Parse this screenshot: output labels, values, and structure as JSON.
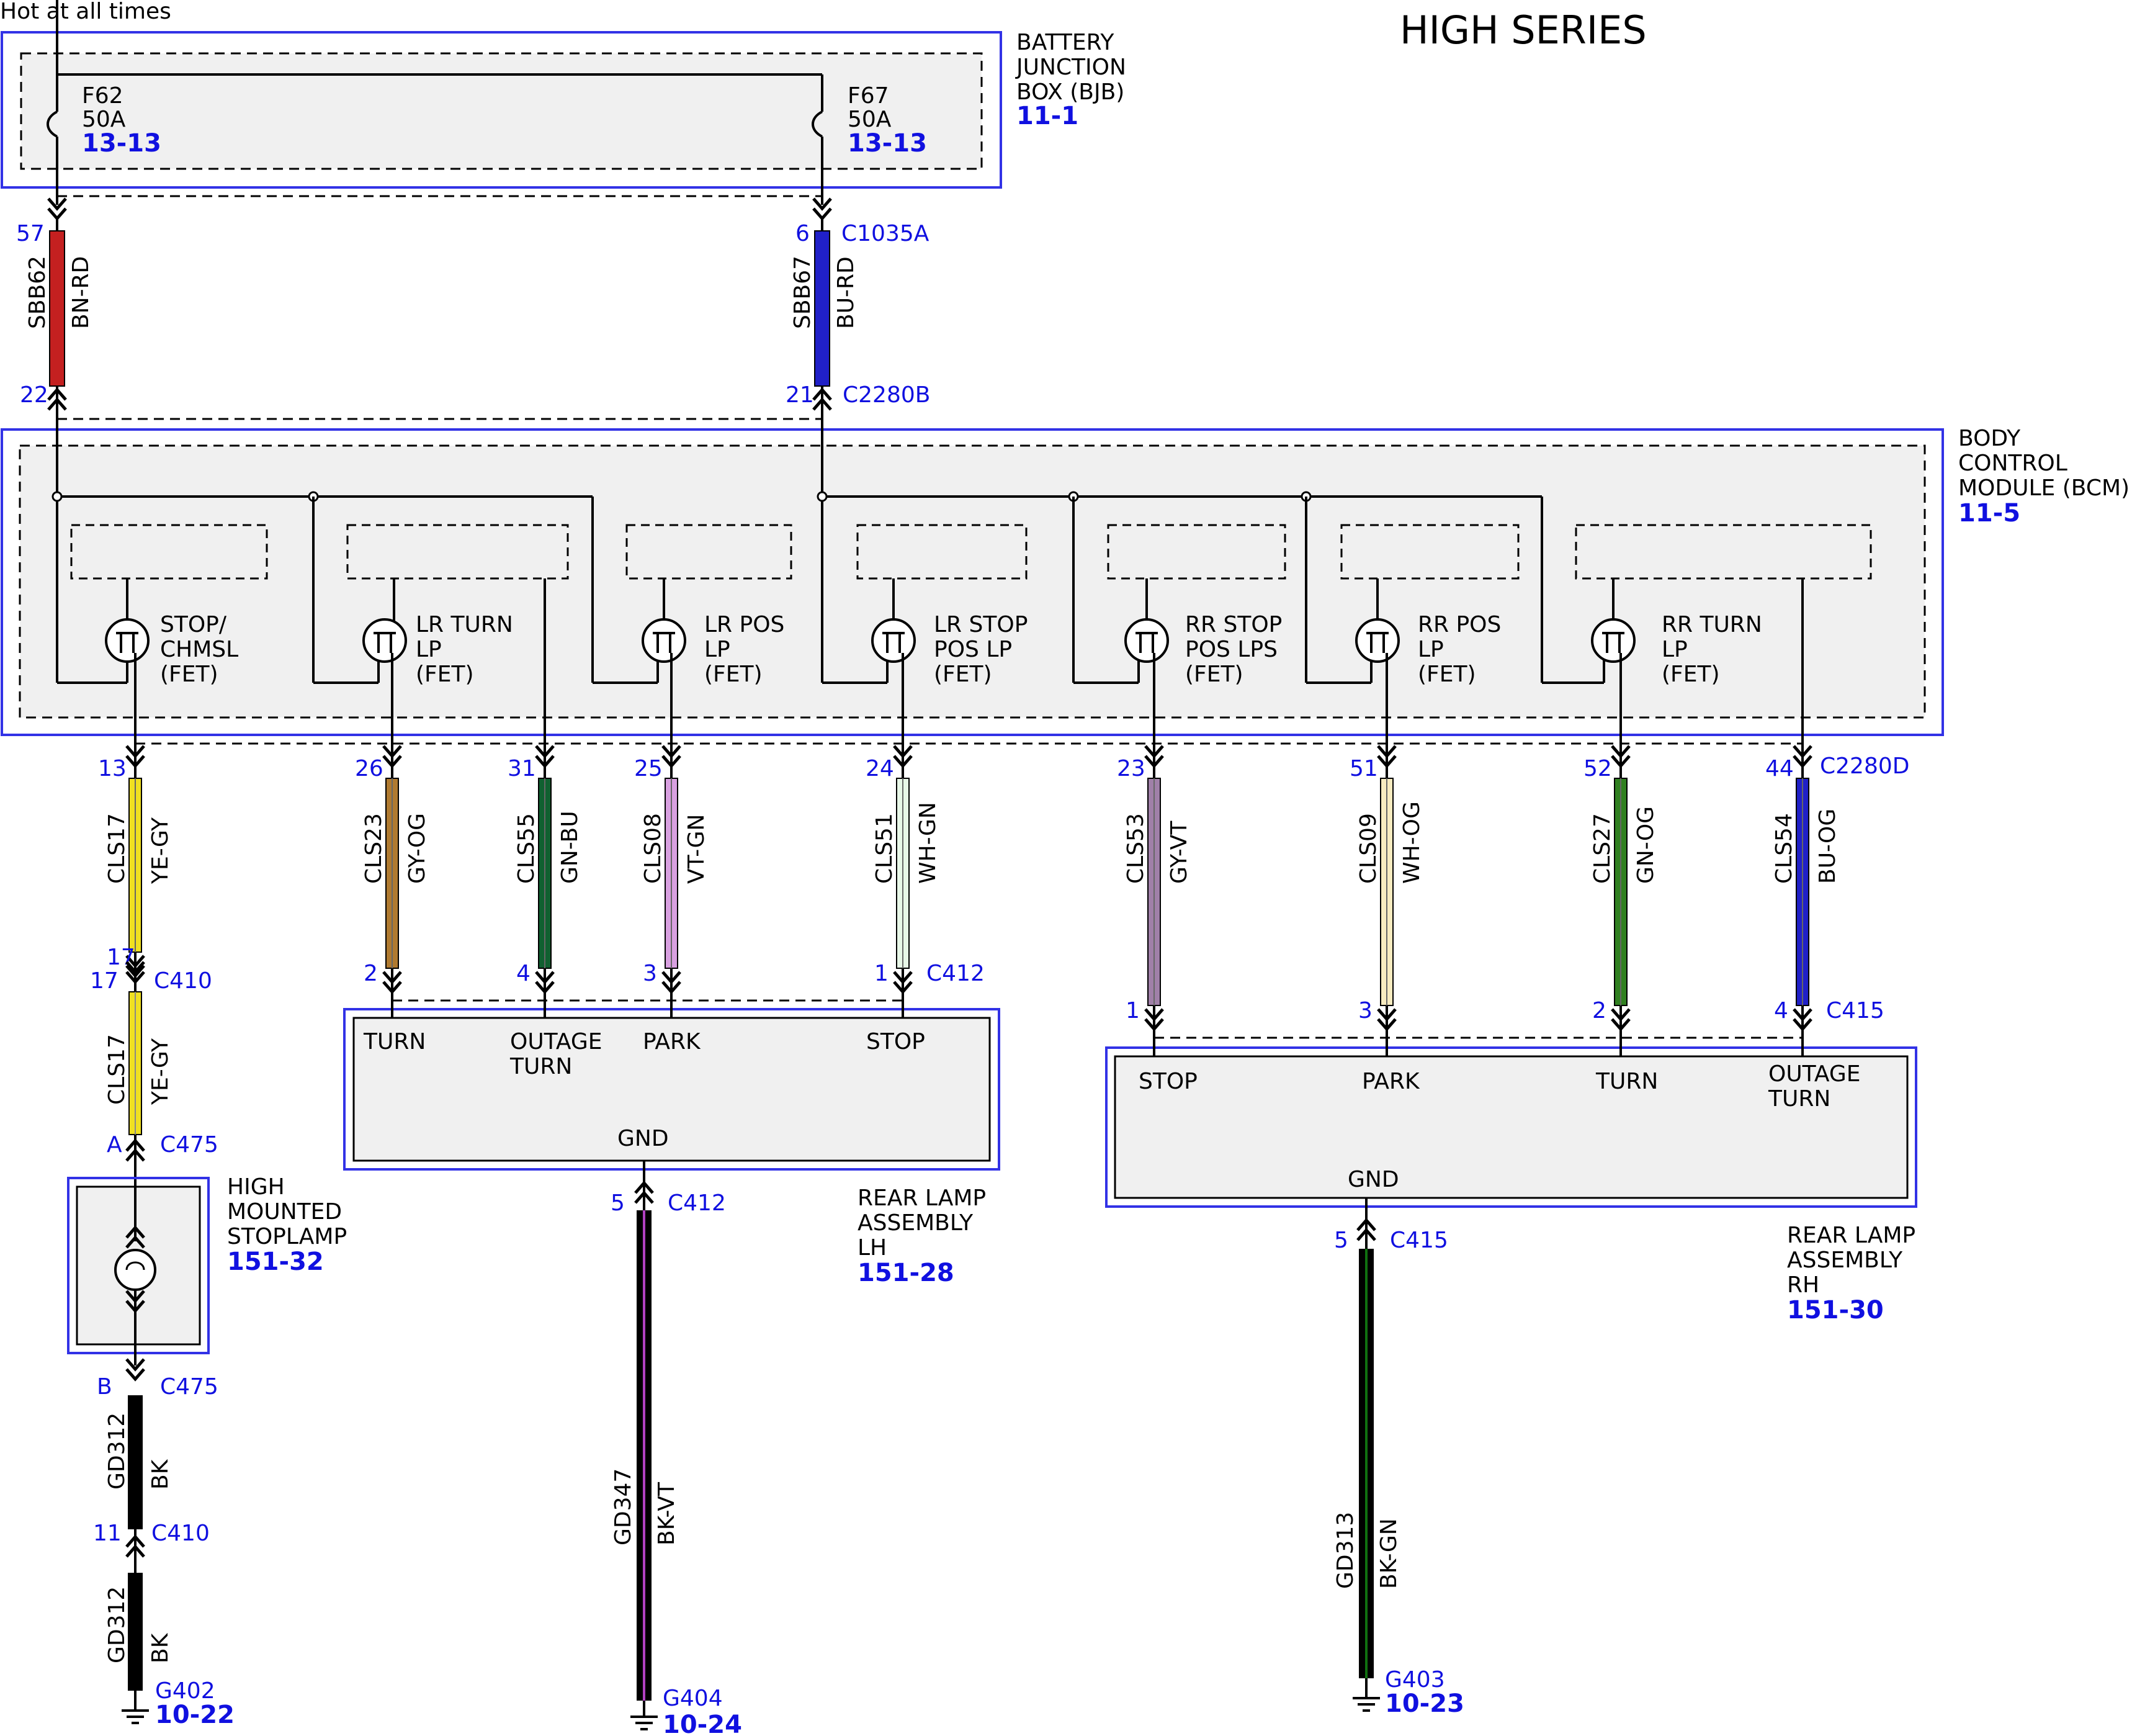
{
  "title": "HIGH SERIES",
  "hot_label": "Hot at all times",
  "colors": {
    "box_outline": "#3232e6",
    "page_ref": "#1010e0",
    "BN-RD": "#c42020",
    "BU-RD": "#2020c8",
    "YE-GY": "#f0e020",
    "GY-OG": "#b07a30",
    "GN-BU": "#106030",
    "VT-GN": "#d8a0e0",
    "WH-GN": "#e8f8e8",
    "GY-VT": "#a080a8",
    "WH-OG": "#f8ecc0",
    "GN-OG": "#308020",
    "BU-OG": "#2020c8",
    "BK": "#000000",
    "BK-VT": "#b040c0",
    "BK-GN": "#107010"
  },
  "bjb": {
    "name": "BATTERY JUNCTION BOX (BJB)",
    "name_lines": [
      "BATTERY",
      "JUNCTION",
      "BOX (BJB)"
    ],
    "ref": "11-1",
    "fuses": [
      {
        "id": "F62",
        "rating": "50A",
        "ref": "13-13"
      },
      {
        "id": "F67",
        "rating": "50A",
        "ref": "13-13"
      }
    ]
  },
  "feeds": [
    {
      "circuit": "SBB62",
      "color_code": "BN-RD",
      "top_pin": "57",
      "top_connector": "",
      "bottom_pin": "22",
      "bottom_connector": ""
    },
    {
      "circuit": "SBB67",
      "color_code": "BU-RD",
      "top_pin": "6",
      "top_connector": "C1035A",
      "bottom_pin": "21",
      "bottom_connector": "C2280B"
    }
  ],
  "bcm": {
    "name_lines": [
      "BODY",
      "CONTROL",
      "MODULE (BCM)"
    ],
    "ref": "11-5",
    "fets": [
      {
        "lines": [
          "STOP/",
          "CHMSL",
          "(FET)"
        ]
      },
      {
        "lines": [
          "LR TURN",
          "LP",
          "(FET)"
        ]
      },
      {
        "lines": [
          "LR POS",
          "LP",
          "(FET)"
        ]
      },
      {
        "lines": [
          "LR STOP",
          "POS LP",
          "(FET)"
        ]
      },
      {
        "lines": [
          "RR STOP",
          "POS LPS",
          "(FET)"
        ]
      },
      {
        "lines": [
          "RR POS",
          "LP",
          "(FET)"
        ]
      },
      {
        "lines": [
          "RR TURN",
          "LP",
          "(FET)"
        ]
      }
    ]
  },
  "outputs": [
    {
      "pin": "13",
      "circuit": "CLS17",
      "color_code": "YE-GY",
      "end_pin": "17",
      "end_connector": "C410"
    },
    {
      "pin": "26",
      "circuit": "CLS23",
      "color_code": "GY-OG",
      "end_pin": "2",
      "end_connector": ""
    },
    {
      "pin": "31",
      "circuit": "CLS55",
      "color_code": "GN-BU",
      "end_pin": "4",
      "end_connector": ""
    },
    {
      "pin": "25",
      "circuit": "CLS08",
      "color_code": "VT-GN",
      "end_pin": "3",
      "end_connector": ""
    },
    {
      "pin": "24",
      "circuit": "CLS51",
      "color_code": "WH-GN",
      "end_pin": "1",
      "end_connector": "C412"
    },
    {
      "pin": "23",
      "circuit": "CLS53",
      "color_code": "GY-VT",
      "end_pin": "1",
      "end_connector": ""
    },
    {
      "pin": "51",
      "circuit": "CLS09",
      "color_code": "WH-OG",
      "end_pin": "3",
      "end_connector": ""
    },
    {
      "pin": "52",
      "circuit": "CLS27",
      "color_code": "GN-OG",
      "end_pin": "2",
      "end_connector": ""
    },
    {
      "pin": "44",
      "circuit": "CLS54",
      "color_code": "BU-OG",
      "end_pin": "4",
      "end_connector": "C415"
    }
  ],
  "bcm_output_connector": "C2280D",
  "chmsl_branch": {
    "wire2": {
      "circuit": "CLS17",
      "color_code": "YE-GY",
      "top_pin": "17",
      "top_connector": "C410",
      "bottom_pin": "A",
      "bottom_connector": "C475"
    },
    "lamp": {
      "name_lines": [
        "HIGH",
        "MOUNTED",
        "STOPLAMP"
      ],
      "ref": "151-32"
    },
    "ground1": {
      "circuit": "GD312",
      "color_code": "BK",
      "top_pin": "B",
      "top_connector": "C475",
      "bottom_pin": "11",
      "bottom_connector": "C410"
    },
    "ground2": {
      "circuit": "GD312",
      "color_code": "BK"
    },
    "ground_point": {
      "id": "G402",
      "ref": "10-22"
    }
  },
  "rear_lh": {
    "name_lines": [
      "REAR LAMP",
      "ASSEMBLY",
      "LH"
    ],
    "ref": "151-28",
    "labels": [
      "TURN",
      "OUTAGE",
      "TURN",
      "PARK",
      "STOP"
    ],
    "gnd_label": "GND",
    "gnd_pin": "5",
    "gnd_connector": "C412",
    "ground_wire": {
      "circuit": "GD347",
      "color_code": "BK-VT"
    },
    "ground_point": {
      "id": "G404",
      "ref": "10-24"
    }
  },
  "rear_rh": {
    "name_lines": [
      "REAR LAMP",
      "ASSEMBLY",
      "RH"
    ],
    "ref": "151-30",
    "labels": [
      "STOP",
      "PARK",
      "TURN",
      "OUTAGE",
      "TURN"
    ],
    "gnd_label": "GND",
    "gnd_pin": "5",
    "gnd_connector": "C415",
    "ground_wire": {
      "circuit": "GD313",
      "color_code": "BK-GN"
    },
    "ground_point": {
      "id": "G403",
      "ref": "10-23"
    }
  }
}
